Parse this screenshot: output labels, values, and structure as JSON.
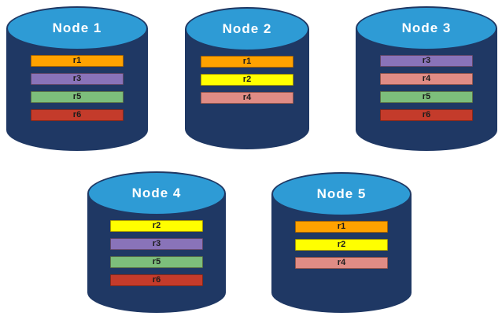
{
  "diagram": {
    "name": "database-replication-nodes",
    "background": "#FFFFFF",
    "cylinder": {
      "top_color": "#2E9BD5",
      "body_color": "#1F3864",
      "title_color": "#FFFFFF"
    },
    "record_text_color": "#1C1C1C"
  },
  "nodes": [
    {
      "title": "Node 1",
      "records": [
        {
          "label": "r1",
          "color": "#FFA200"
        },
        {
          "label": "r3",
          "color": "#8973B9"
        },
        {
          "label": "r5",
          "color": "#7DBE7B"
        },
        {
          "label": "r6",
          "color": "#C43B2B"
        }
      ]
    },
    {
      "title": "Node 2",
      "records": [
        {
          "label": "r1",
          "color": "#FFA200"
        },
        {
          "label": "r2",
          "color": "#FFFF00"
        },
        {
          "label": "r4",
          "color": "#E08C85"
        }
      ]
    },
    {
      "title": "Node 3",
      "records": [
        {
          "label": "r3",
          "color": "#8973B9"
        },
        {
          "label": "r4",
          "color": "#E08C85"
        },
        {
          "label": "r5",
          "color": "#7DBE7B"
        },
        {
          "label": "r6",
          "color": "#C43B2B"
        }
      ]
    },
    {
      "title": "Node 4",
      "records": [
        {
          "label": "r2",
          "color": "#FFFF00"
        },
        {
          "label": "r3",
          "color": "#8973B9"
        },
        {
          "label": "r5",
          "color": "#7DBE7B"
        },
        {
          "label": "r6",
          "color": "#C43B2B"
        }
      ]
    },
    {
      "title": "Node 5",
      "records": [
        {
          "label": "r1",
          "color": "#FFA200"
        },
        {
          "label": "r2",
          "color": "#FFFF00"
        },
        {
          "label": "r4",
          "color": "#E08C85"
        }
      ]
    }
  ]
}
